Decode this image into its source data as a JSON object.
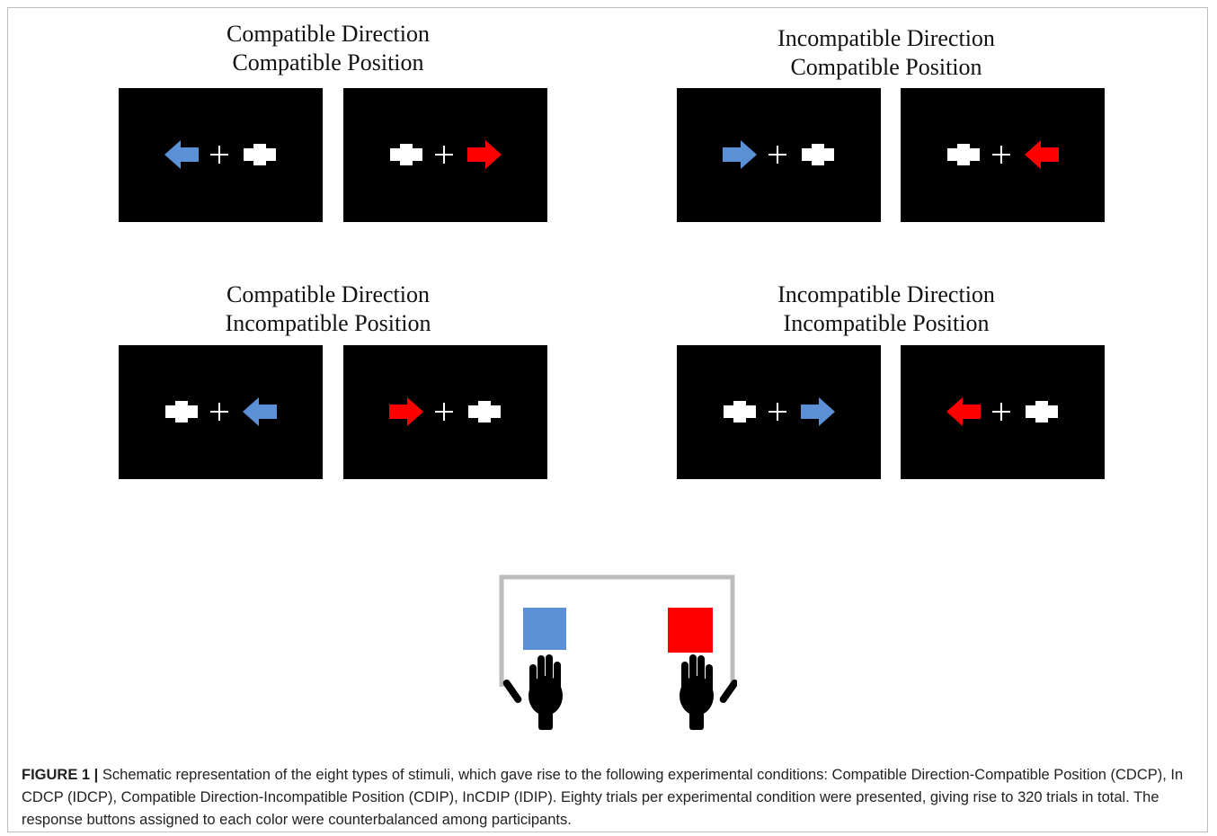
{
  "conditions": [
    {
      "id": "cdcp",
      "title_line1": "Compatible Direction",
      "title_line2": "Compatible Position",
      "panels": [
        {
          "left": "blue-arrow-left",
          "right": "white-cross"
        },
        {
          "left": "white-cross",
          "right": "red-arrow-right"
        }
      ]
    },
    {
      "id": "idcp",
      "title_line1": "Incompatible Direction",
      "title_line2": "Compatible Position",
      "panels": [
        {
          "left": "blue-arrow-right",
          "right": "white-cross"
        },
        {
          "left": "white-cross",
          "right": "red-arrow-left"
        }
      ]
    },
    {
      "id": "cdip",
      "title_line1": "Compatible Direction",
      "title_line2": "Incompatible Position",
      "panels": [
        {
          "left": "white-cross",
          "right": "blue-arrow-left"
        },
        {
          "left": "red-arrow-right",
          "right": "white-cross"
        }
      ]
    },
    {
      "id": "idip",
      "title_line1": "Incompatible Direction",
      "title_line2": "Incompatible Position",
      "panels": [
        {
          "left": "white-cross",
          "right": "blue-arrow-right"
        },
        {
          "left": "red-arrow-left",
          "right": "white-cross"
        }
      ]
    }
  ],
  "colors": {
    "blue": "#5b8fd6",
    "red": "#ff0000",
    "screen": "#000000",
    "frame": "#bdbdbd"
  },
  "apparatus": {
    "left_button_color": "blue",
    "right_button_color": "red",
    "hands": [
      "left-hand-icon",
      "right-hand-icon"
    ]
  },
  "caption": {
    "label": "FIGURE 1 |",
    "text": " Schematic representation of the eight types of stimuli, which gave rise to the following experimental conditions: Compatible Direction-Compatible Position (CDCP), In CDCP (IDCP), Compatible Direction-Incompatible Position (CDIP), InCDIP (IDIP). Eighty trials per experimental condition were presented, giving rise to 320 trials in total. The response buttons assigned to each color were counterbalanced among participants."
  }
}
